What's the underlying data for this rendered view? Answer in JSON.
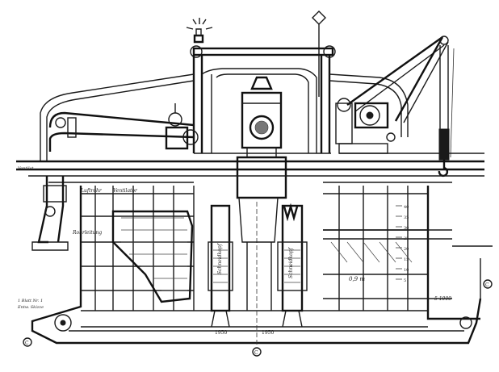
{
  "drawing": {
    "labels": {
      "top_left_a": "Luftrohr",
      "top_left_b": "Ventilator",
      "left_mid": "Rohrleitung",
      "left_mid_b": "Ventilat.",
      "cyl_left": "Schneidkopf",
      "cyl_right": "Schneidkopf",
      "right_label": "0,9 m",
      "bottom_left_a": "1 Blatt Nr. 1",
      "bottom_left_b": "Entw. Skizze",
      "bottom_dim_a": "1950",
      "bottom_dim_b": "1950",
      "right_dim": "5 1000",
      "circle_left": "C",
      "circle_bottom": "C",
      "circle_right": "C"
    },
    "scale_marks": [
      "40",
      "35",
      "30",
      "25",
      "20",
      "15",
      "10",
      "5"
    ]
  }
}
